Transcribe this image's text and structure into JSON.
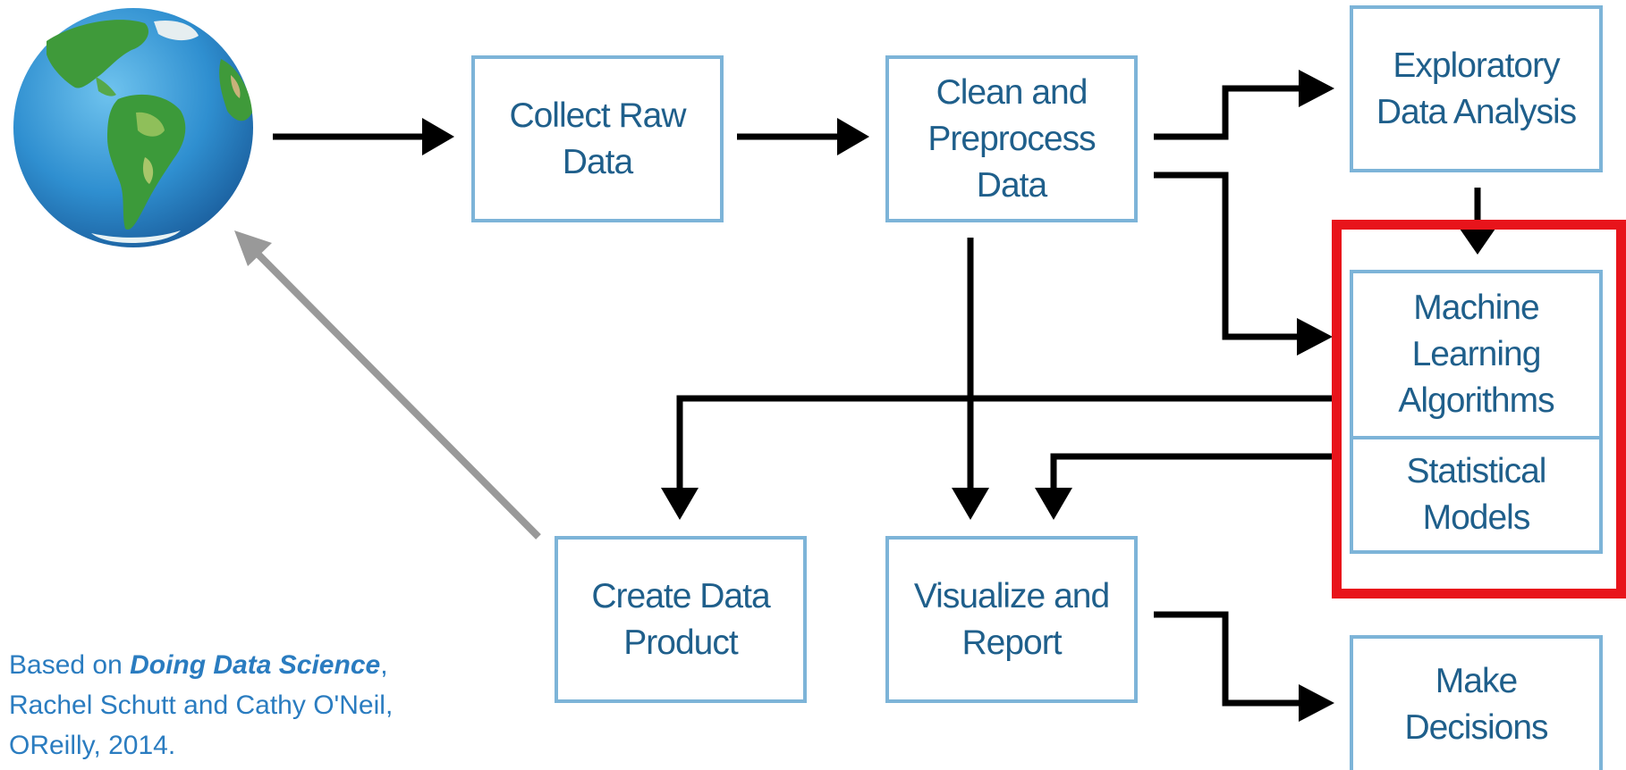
{
  "boxes": {
    "collect_raw_data": "Collect Raw\nData",
    "clean_preprocess": "Clean and\nPreprocess\nData",
    "exploratory_analysis": "Exploratory\nData Analysis",
    "machine_learning": "Machine\nLearning\nAlgorithms",
    "statistical_models": "Statistical\nModels",
    "create_data_product": "Create Data\nProduct",
    "visualize_report": "Visualize and\nReport",
    "make_decisions": "Make\nDecisions"
  },
  "caption": {
    "prefix": "Based on ",
    "book": "Doing Data Science",
    "after_book": ",",
    "line2": "Rachel Schutt and Cathy O'Neil,",
    "line3": "OReilly, 2014."
  },
  "colors": {
    "box_border": "#7db4d8",
    "box_text": "#1f5f8b",
    "highlight": "#e8141b",
    "arrow": "#000000",
    "feedback_arrow": "#999999",
    "caption_text": "#2a7cc0"
  },
  "icons": {
    "globe": "earth-globe-icon"
  }
}
